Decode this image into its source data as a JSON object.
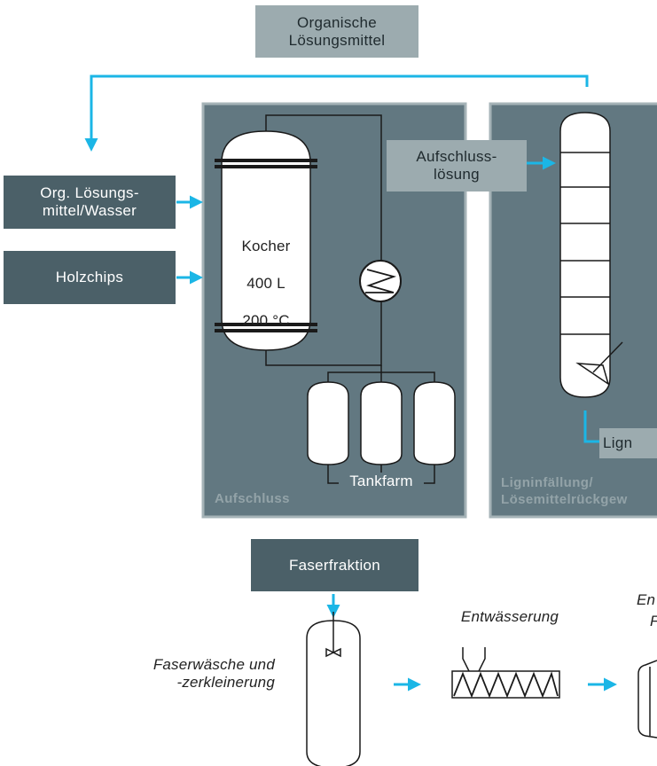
{
  "top_input": "Organische\nLösungsmittel",
  "inputs": {
    "solvent_water": "Org. Lösungs-\nmittel/Wasser",
    "wood_chips": "Holzchips"
  },
  "digester": {
    "name": "Kocher",
    "volume": "400 L",
    "temperature": "200 °C"
  },
  "tank_farm_label": "Tankfarm",
  "panels": {
    "aufschluss": "Aufschluss",
    "lignin": "Ligninfällung/\nLösemittelrückgew"
  },
  "pulping_solution": "Aufschluss-\nlösung",
  "lignin_output": "Lign",
  "fiber_fraction": "Faserfraktion",
  "steps": {
    "washing": "Faserwäsche und\n-zerkleinerung",
    "dewatering": "Entwässerung",
    "next_line1": "En",
    "next_line2": "F"
  },
  "colors": {
    "panel": "#627881",
    "dark_box": "#4b6068",
    "light_box": "#9cabaf",
    "arrow": "#1bb6e6",
    "line": "#1a1a1a"
  }
}
